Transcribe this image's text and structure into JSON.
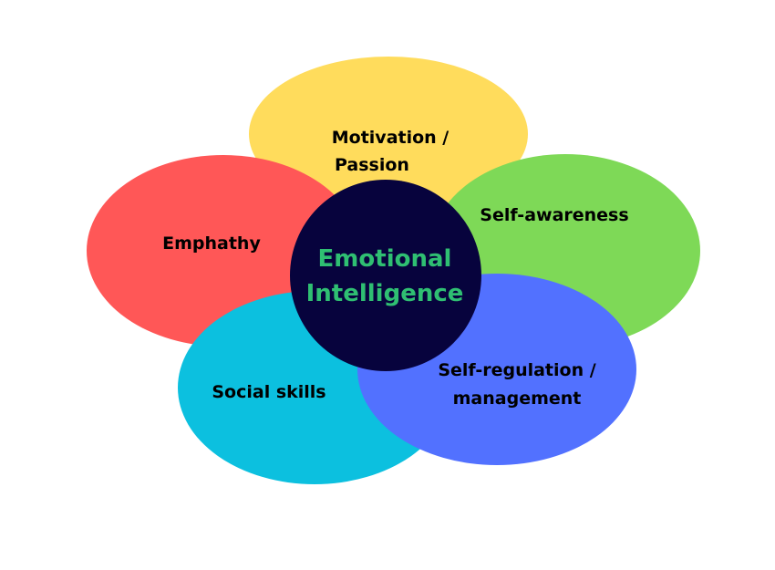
{
  "center": {
    "line1": "Emotional",
    "line2": "Intelligence",
    "fill": "#07033d",
    "text_color": "#2fbf72"
  },
  "petals": {
    "motivation": {
      "line1": "Motivation /",
      "line2": "Passion",
      "color": "#ffdc5c"
    },
    "empathy": {
      "line1": "Emphathy",
      "color": "#ff5757"
    },
    "self_awareness": {
      "line1": "Self-awareness",
      "color": "#7ed957"
    },
    "social_skills": {
      "line1": "Social skills",
      "color": "#0cc0df"
    },
    "self_regulation": {
      "line1": "Self-regulation /",
      "line2": "management",
      "color": "#5271ff"
    }
  }
}
